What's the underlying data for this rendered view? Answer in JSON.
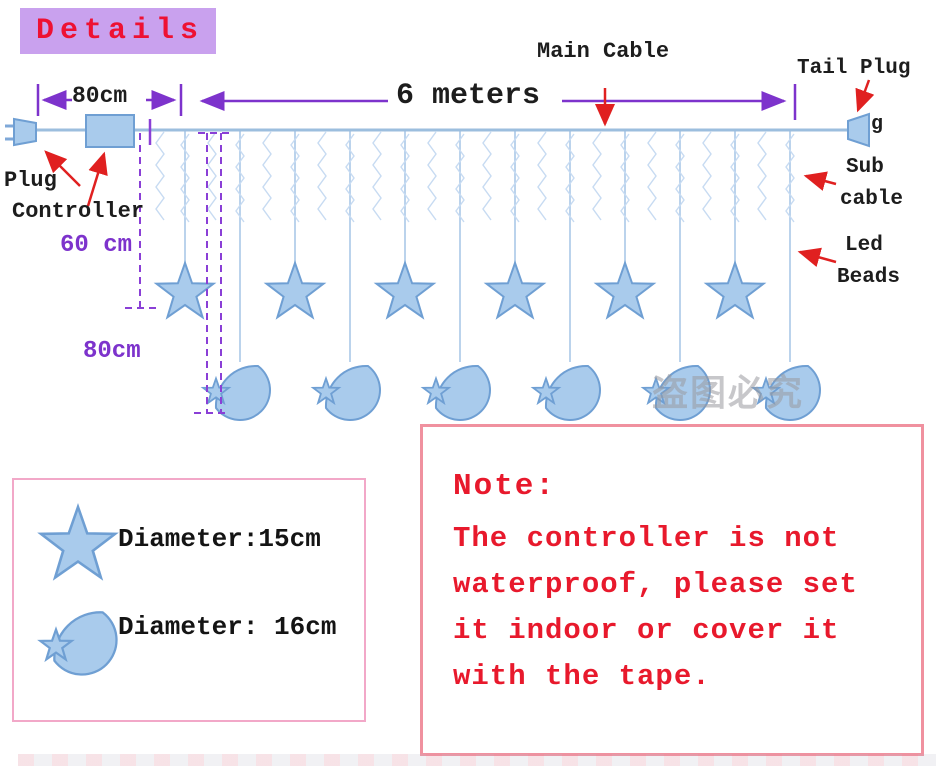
{
  "title": "Details",
  "measurements": {
    "plug_to_controller": "80cm",
    "total_length": "6 meters",
    "star_drop": "60 cm",
    "moon_drop": "80cm"
  },
  "callouts": {
    "main_cable": "Main Cable",
    "tail_plug": "Tail Plug",
    "plug": "Plug",
    "controller": "Controller",
    "sub_cable_line1": "Sub",
    "sub_cable_line2": "cable",
    "led_beads_line1": "Led",
    "led_beads_line2": "Beads",
    "stray_g": "g"
  },
  "legend": {
    "star_label": "Diameter:15cm",
    "moon_label": "Diameter: 16cm"
  },
  "note": {
    "heading": "Note:",
    "lines": [
      "The controller is not",
      "waterproof, please set",
      "it indoor or cover it",
      "with the tape."
    ]
  },
  "watermark": "盗图必究",
  "diagram": {
    "star_count": 6,
    "moon_count": 6
  },
  "colors": {
    "title_bg": "#c9a1ee",
    "red": "#e8192c",
    "purple": "#7d33cc",
    "blue_fill": "#a9cbec",
    "blue_stroke": "#6f9fd3",
    "note_border": "#f0919f",
    "legend_border": "#f2a8c8"
  }
}
